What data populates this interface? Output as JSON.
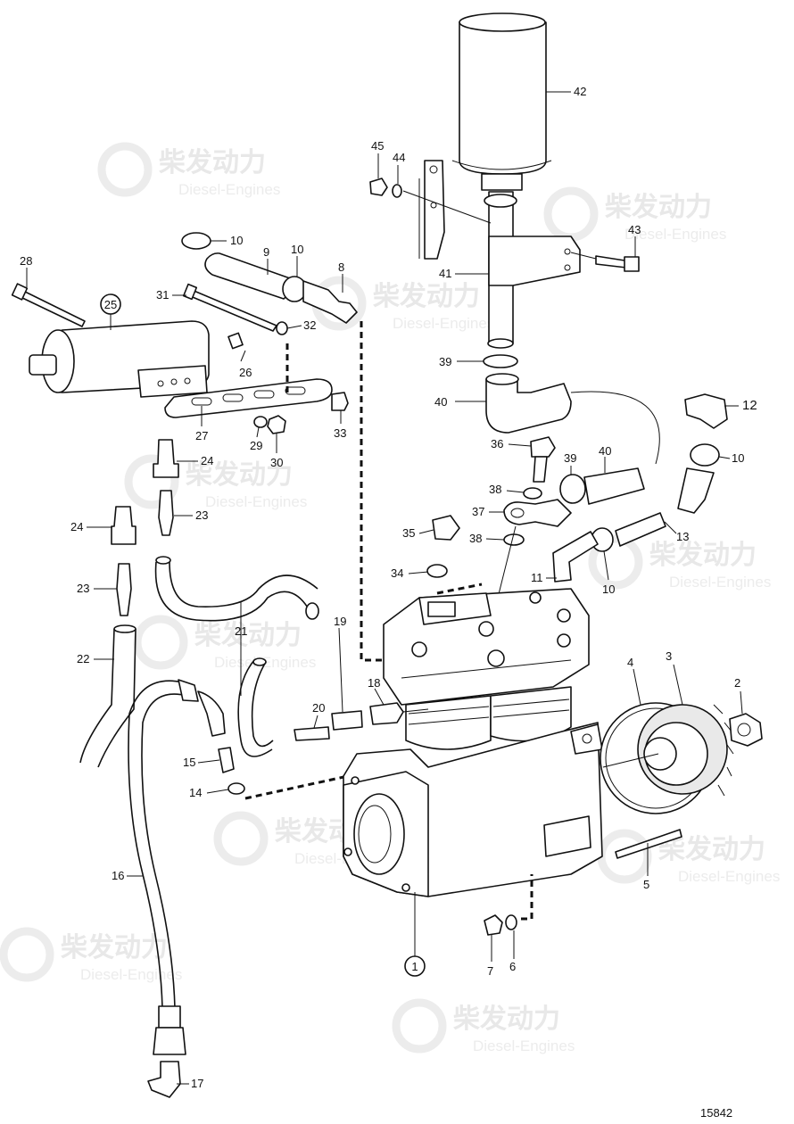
{
  "watermark": {
    "brand_cn": "柴发动力",
    "brand_en": "Diesel-Engines"
  },
  "drawing_number": "15842",
  "callouts": [
    {
      "id": "c1",
      "label": "1",
      "circled": true
    },
    {
      "id": "c2",
      "label": "2"
    },
    {
      "id": "c3",
      "label": "3"
    },
    {
      "id": "c4",
      "label": "4"
    },
    {
      "id": "c5",
      "label": "5"
    },
    {
      "id": "c6",
      "label": "6"
    },
    {
      "id": "c7",
      "label": "7"
    },
    {
      "id": "c8",
      "label": "8"
    },
    {
      "id": "c9",
      "label": "9"
    },
    {
      "id": "c10a",
      "label": "10"
    },
    {
      "id": "c10b",
      "label": "10"
    },
    {
      "id": "c10c",
      "label": "10"
    },
    {
      "id": "c10d",
      "label": "10"
    },
    {
      "id": "c11",
      "label": "11"
    },
    {
      "id": "c12",
      "label": "12"
    },
    {
      "id": "c13",
      "label": "13"
    },
    {
      "id": "c14",
      "label": "14"
    },
    {
      "id": "c15",
      "label": "15"
    },
    {
      "id": "c16",
      "label": "16"
    },
    {
      "id": "c17",
      "label": "17"
    },
    {
      "id": "c18",
      "label": "18"
    },
    {
      "id": "c19",
      "label": "19"
    },
    {
      "id": "c20",
      "label": "20"
    },
    {
      "id": "c21",
      "label": "21"
    },
    {
      "id": "c22",
      "label": "22"
    },
    {
      "id": "c23a",
      "label": "23"
    },
    {
      "id": "c23b",
      "label": "23"
    },
    {
      "id": "c24a",
      "label": "24"
    },
    {
      "id": "c24b",
      "label": "24"
    },
    {
      "id": "c25",
      "label": "25",
      "circled": true
    },
    {
      "id": "c26",
      "label": "26"
    },
    {
      "id": "c27",
      "label": "27"
    },
    {
      "id": "c28",
      "label": "28"
    },
    {
      "id": "c29",
      "label": "29"
    },
    {
      "id": "c30",
      "label": "30"
    },
    {
      "id": "c31",
      "label": "31"
    },
    {
      "id": "c32",
      "label": "32"
    },
    {
      "id": "c33",
      "label": "33"
    },
    {
      "id": "c34",
      "label": "34"
    },
    {
      "id": "c35",
      "label": "35"
    },
    {
      "id": "c36",
      "label": "36"
    },
    {
      "id": "c37",
      "label": "37"
    },
    {
      "id": "c38a",
      "label": "38"
    },
    {
      "id": "c38b",
      "label": "38"
    },
    {
      "id": "c39a",
      "label": "39"
    },
    {
      "id": "c39b",
      "label": "39"
    },
    {
      "id": "c40a",
      "label": "40"
    },
    {
      "id": "c40b",
      "label": "40"
    },
    {
      "id": "c41",
      "label": "41"
    },
    {
      "id": "c42",
      "label": "42"
    },
    {
      "id": "c43",
      "label": "43"
    },
    {
      "id": "c44",
      "label": "44"
    },
    {
      "id": "c45",
      "label": "45"
    }
  ]
}
